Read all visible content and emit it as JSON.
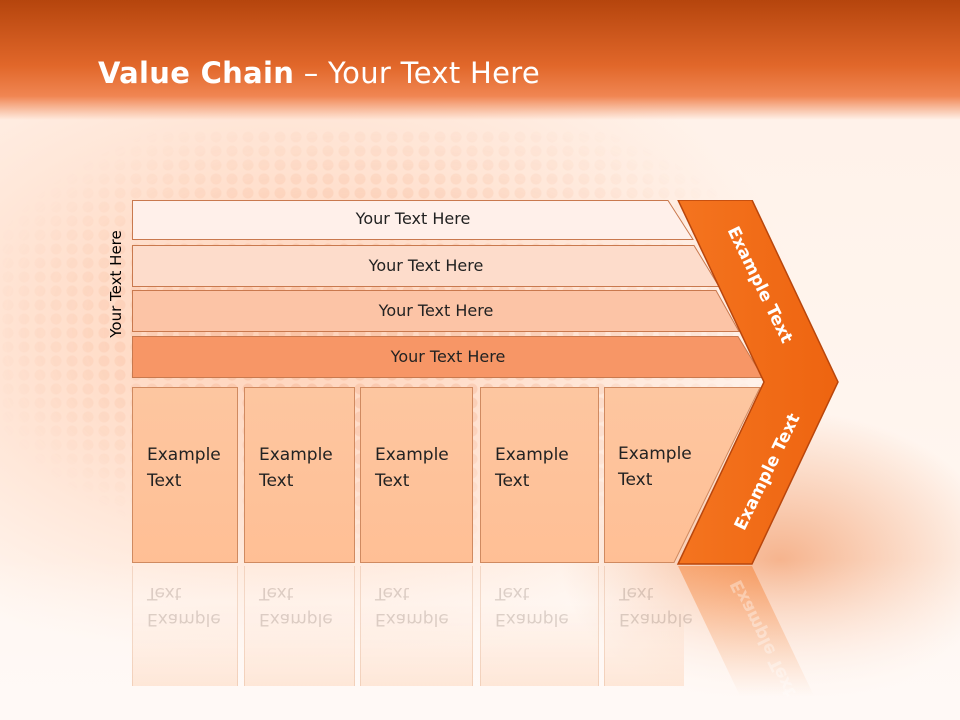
{
  "slide": {
    "title_bold": "Value Chain",
    "title_rest": " – Your Text Here",
    "side_label": "Your Text Here"
  },
  "bars": [
    {
      "label": "Your Text Here",
      "fill": "#fff0ea"
    },
    {
      "label": "Your Text Here",
      "fill": "#fddccb"
    },
    {
      "label": "Your Text Here",
      "fill": "#fcc4a6"
    },
    {
      "label": "Your Text Here",
      "fill": "#f79666"
    }
  ],
  "cells": [
    {
      "line1": "Example",
      "line2": "Text"
    },
    {
      "line1": "Example",
      "line2": "Text"
    },
    {
      "line1": "Example",
      "line2": "Text"
    },
    {
      "line1": "Example",
      "line2": "Text"
    },
    {
      "line1": "Example",
      "line2": "Text"
    }
  ],
  "chevron": {
    "upper_label": "Example Text",
    "lower_label": "Example Text",
    "color": "#f26a12"
  },
  "colors": {
    "header": "#d9581f",
    "accent": "#f26a12"
  }
}
